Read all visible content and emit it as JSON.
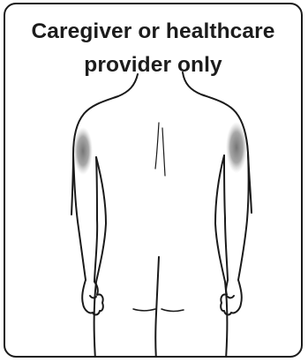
{
  "caption": {
    "line1": "Caregiver or healthcare",
    "line2": "provider only"
  },
  "figure": {
    "subject": "back-of-body-outline",
    "highlighted_sites": [
      "left-upper-arm-back",
      "right-upper-arm-back"
    ],
    "colors": {
      "outline": "#1a1a1a",
      "shading": "#6e6e6e",
      "background": "#ffffff"
    }
  }
}
